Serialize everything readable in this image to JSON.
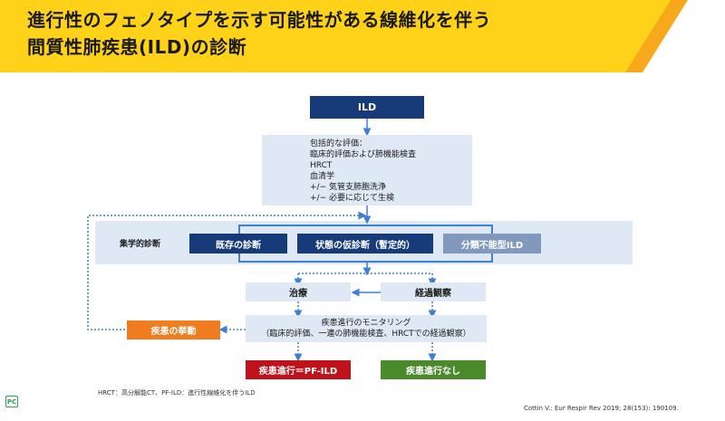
{
  "header": {
    "title_line1": "進行性のフェノタイプを示す可能性がある線維化を伴う",
    "title_line2": "間質性肺疾患(ILD)の診断",
    "accent_color": "#f7a81b"
  },
  "flow": {
    "ild": "ILD",
    "evaluation": [
      "包括的な評価：",
      "臨床的評価および肺機能検査",
      "HRCT",
      "血清学",
      "+/−  気管支肺胞洗浄",
      "+/−  必要に応じて生検"
    ],
    "mdd_label": "集学的診断",
    "existing_dx": "既存の診断",
    "provisional_dx": "状態の仮診断（暫定的）",
    "unclassifiable": "分類不能型ILD",
    "treatment": "治療",
    "observation": "経過観察",
    "disease_behavior": "疾患の挙動",
    "monitoring_line1": "疾患進行のモニタリング",
    "monitoring_line2": "（臨床的評価、一連の肺機能検査、HRCTでの経過観察）",
    "progression": "疾患進行＝PF-ILD",
    "no_progression": "疾患進行なし",
    "colors": {
      "navy": "#163b78",
      "red": "#c0121a",
      "green": "#4a8a2c",
      "orange": "#ef7d1f",
      "arrow": "#3f80d0"
    }
  },
  "footer": {
    "abbrev": "HRCT：高分解能CT、PF-ILD：進行性線維化を伴うILD",
    "citation": "Cottin V.: Eur Respir Rev 2019; 28(153): 190109.",
    "logo": "PC"
  }
}
